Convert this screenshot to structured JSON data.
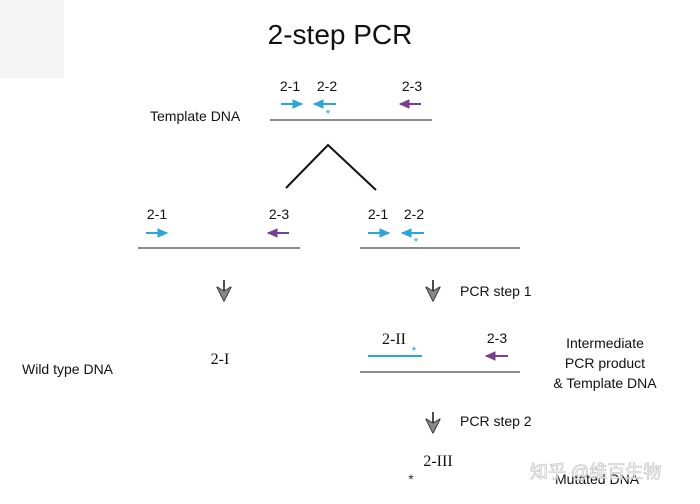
{
  "title": "2-step PCR",
  "colors": {
    "strand": "#8a8a8a",
    "blue": "#2aa6d8",
    "purple": "#7a3d96",
    "dna_blue": "#1f78b4",
    "text": "#111111"
  },
  "labels": {
    "template_dna": "Template DNA",
    "wild_type_dna": "Wild type DNA",
    "intermediate_line1": "Intermediate",
    "intermediate_line2": "PCR product",
    "intermediate_line3": "& Template DNA",
    "mutated_dna": "Mutated DNA",
    "pcr_step_1": "PCR step 1",
    "pcr_step_2": "PCR step 2",
    "mutation_mark": "*"
  },
  "primers": {
    "p21": "2-1",
    "p22": "2-2",
    "p23": "2-3"
  },
  "products": {
    "p2I": "2-I",
    "p2II": "2-II",
    "p2III": "2-III"
  },
  "watermark": "知乎 @维百生物"
}
